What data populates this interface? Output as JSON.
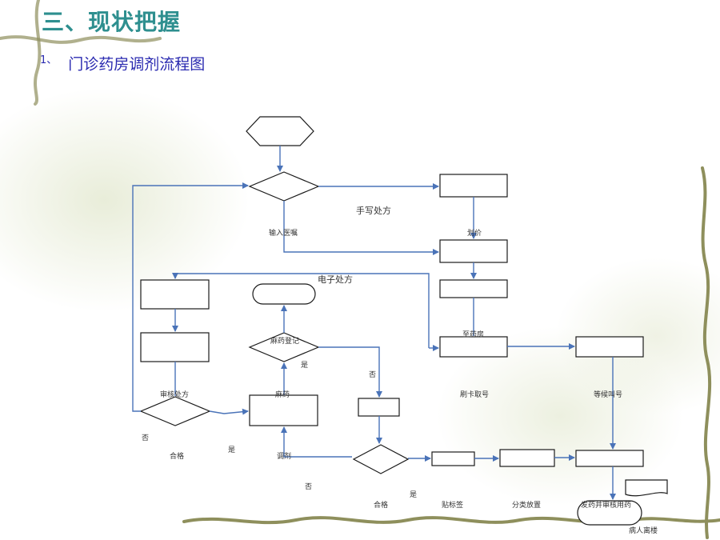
{
  "slide": {
    "title": "三、现状把握",
    "subtitle_number": "1、",
    "subtitle": "门诊药房调剂流程图"
  },
  "flowchart": {
    "labels": {
      "handwritten_rx": "手写处方",
      "enter_orders": "输入医嘱",
      "pricing": "划价",
      "electronic_rx": "电子处方",
      "to_pharmacy": "至药房",
      "narcotic_register": "麻药登记",
      "yes_narcotic": "是",
      "no_narcotic": "否",
      "review_rx": "审核处方",
      "narcotic": "麻药",
      "swipe_card": "刷卡取号",
      "wait_call": "等候叫号",
      "no_review": "否",
      "qualified_review": "合格",
      "yes_review": "是",
      "dispense": "调剂",
      "no_check": "否",
      "yes_check": "是",
      "qualified_check": "合格",
      "label_stick": "贴标签",
      "sort_place": "分类放置",
      "dispense_review": "发药并审核用药",
      "patient_leaves": "病人离楼"
    }
  }
}
